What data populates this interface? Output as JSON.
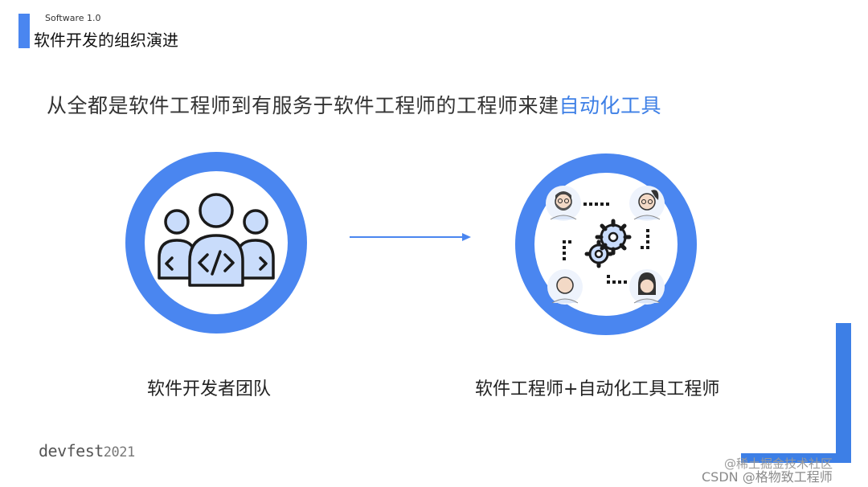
{
  "header": {
    "subtitle": "Software 1.0",
    "title": "软件开发的组织演进"
  },
  "headline": {
    "prefix": "从全都是软件工程师到有服务于软件工程师的工程师来建",
    "highlight": "自动化工具"
  },
  "diagram": {
    "left_label": "软件开发者团队",
    "right_label": "软件工程师+自动化工具工程师",
    "icons": {
      "left": "developer-team-code-icon",
      "right": "engineers-gears-network-icon"
    }
  },
  "footer": {
    "logo_text": "devfest",
    "logo_year": "2021"
  },
  "watermarks": {
    "line1": "@稀土掘金技术社区",
    "line2": "CSDN @格物致工程师"
  },
  "colors": {
    "accent": "#4a86f0",
    "highlight_text": "#3d7fe6",
    "icon_fill": "#c9dcfb"
  }
}
